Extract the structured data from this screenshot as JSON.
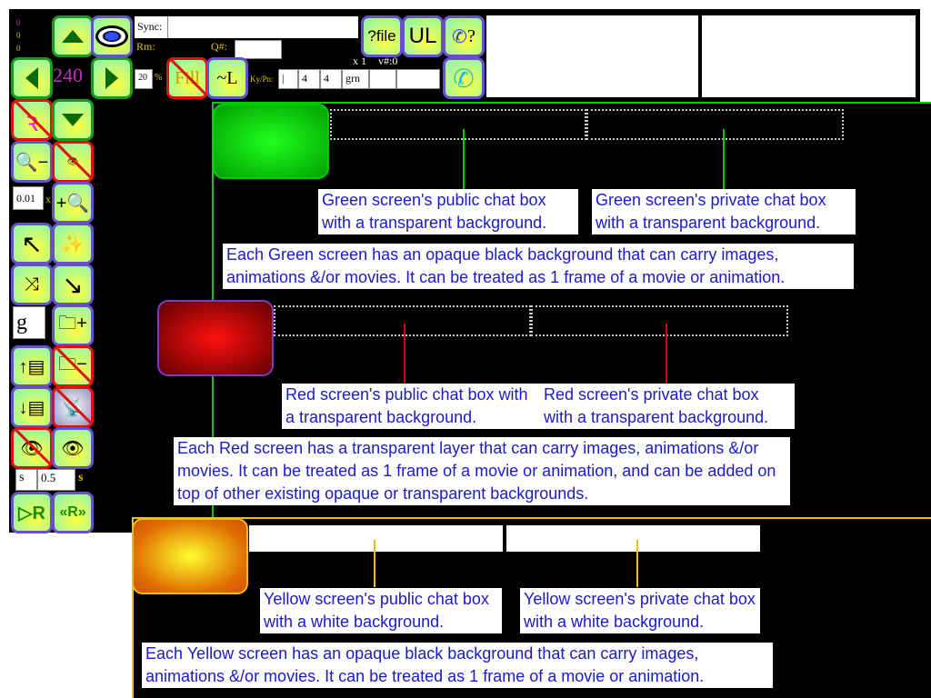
{
  "toolbar": {
    "counters": [
      "0",
      "0",
      "0"
    ],
    "value_240": "240",
    "sync_label": "Sync:",
    "sync_value": "",
    "rm_label": "Rm:",
    "q_label": "Q#:",
    "q_value": "",
    "percent_value": "20",
    "percent_sign": "%",
    "fill_label": "Fill",
    "tilde_l_label": "~L",
    "x_label": "x 1",
    "v_label": "v#:0",
    "kypn_label": "Ky/Pn:",
    "kypn_fields": [
      "|",
      "4",
      "4",
      "grn",
      "",
      ""
    ],
    "file_label": "?file",
    "ul_label": "UL",
    "phone_q_label": "?"
  },
  "sidebar": {
    "zoom_value": "0.01",
    "zoom_x": "x",
    "g_value": "g",
    "s_label": "s",
    "s_value": "0.5",
    "s_unit": "s"
  },
  "annotations": {
    "green_public": "Green screen's public chat box with a transparent background.",
    "green_private": "Green screen's private chat box with a transparent background.",
    "green_desc": "Each Green screen has an opaque black background that can carry images, animations &/or movies. It can be treated as 1 frame of a movie or animation.",
    "red_public": "Red screen's public chat box with a transparent background.",
    "red_private": "Red screen's private chat box with a transparent background.",
    "red_desc": "Each Red screen has a transparent layer that can carry images, animations &/or movies. It can be treated as 1 frame of a movie or animation, and can be added on top of other existing opaque or transparent backgrounds.",
    "yellow_public": "Yellow screen's public chat box with a white background.",
    "yellow_private": "Yellow screen's private chat box with a white background.",
    "yellow_desc": "Each Yellow screen has an opaque black background that can carry images, animations &/or movies. It can be treated as 1 frame of a movie or animation."
  },
  "colors": {
    "green": "#00cc00",
    "red": "#e00000",
    "yellow": "#f0c000",
    "note_text": "#1a1acd"
  }
}
